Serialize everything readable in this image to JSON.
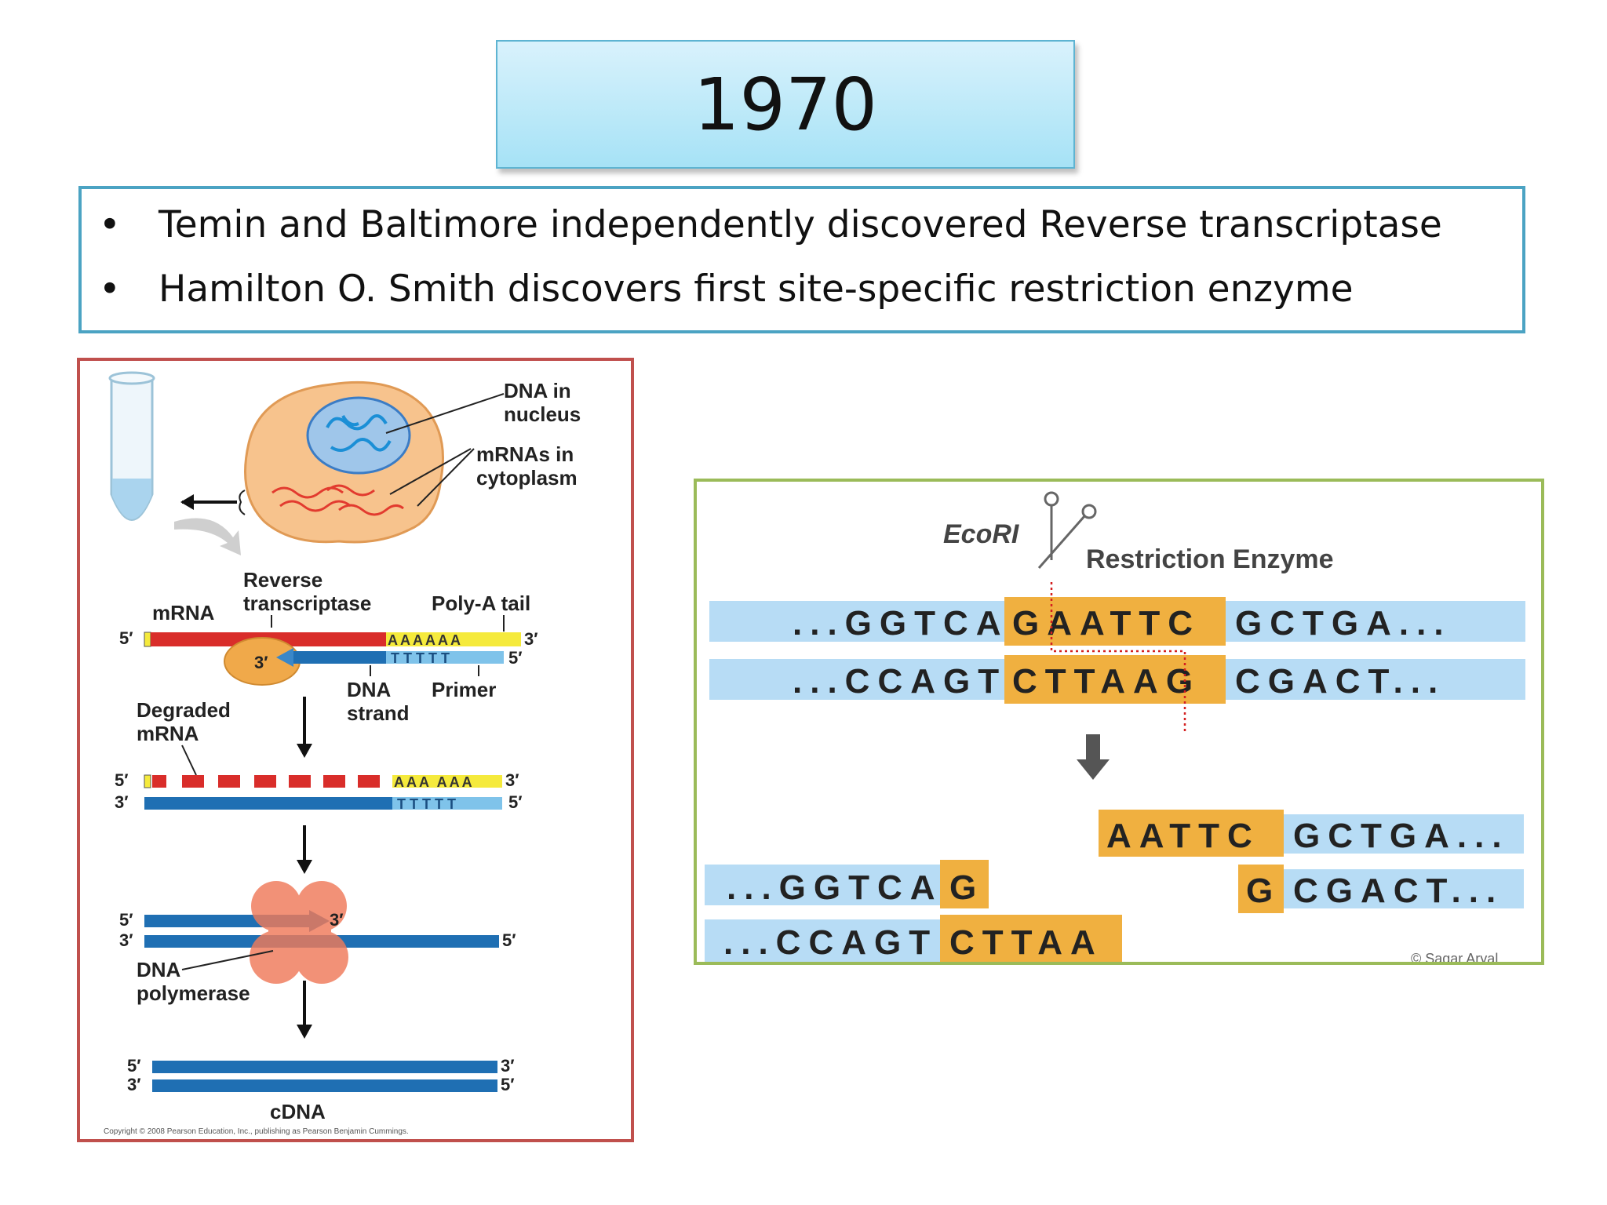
{
  "title": "1970",
  "bullets": [
    "Temin and Baltimore independently discovered Reverse transcriptase",
    "Hamilton O. Smith discovers first site-specific restriction enzyme"
  ],
  "bullet_marker": "•",
  "rt_diagram": {
    "dna_nucleus": [
      "DNA in",
      "nucleus"
    ],
    "mrna_cytoplasm": [
      "mRNAs in",
      "cytoplasm"
    ],
    "reverse_transcriptase": [
      "Reverse",
      "transcriptase"
    ],
    "polya_tail": "Poly-A tail",
    "mrna": "mRNA",
    "five_prime": "5′",
    "three_prime": "3′",
    "polya_seq": "AAAAAA",
    "polyt_seq": "TTTTT",
    "polya_split": "AAA AAA",
    "dna_strand": [
      "DNA",
      "strand"
    ],
    "primer": "Primer",
    "degraded_mrna": [
      "Degraded",
      "mRNA"
    ],
    "dna_polymerase": [
      "DNA",
      "polymerase"
    ],
    "cdna": "cDNA",
    "copyright": "Copyright © 2008 Pearson Education, Inc., publishing as Pearson Benjamin Cummings."
  },
  "ecori_diagram": {
    "enzyme_name": "EcoRI",
    "enzyme_label": "Restriction Enzyme",
    "top_left": "...GGTCA",
    "top_site": "GAATTC",
    "top_right": "GCTGA...",
    "bottom_left": "...CCAGT",
    "bottom_site": "CTTAAG",
    "bottom_right": "CGACT...",
    "frag1_top_seq": "...GGTCA",
    "frag1_top_end": "G",
    "frag1_bottom_seq": "...CCAGT",
    "frag1_bottom_end": "CTTAA",
    "frag2_top_end": "AATTC",
    "frag2_top_seq": "GCTGA...",
    "frag2_bottom_end": "G",
    "frag2_bottom_seq": "CGACT...",
    "credit": "© Sagar Aryal"
  },
  "colors": {
    "title_bg_top": "#d9f2fc",
    "title_bg_bottom": "#a6e2f6",
    "bullet_border": "#4ba3c3",
    "left_border": "#c0504d",
    "right_border": "#9bbb59",
    "mrna_red": "#d92d2a",
    "dna_blue": "#1f6fb3",
    "polya_yellow": "#f5ea3c",
    "seq_blue": "#b7dcf5",
    "site_orange": "#f0b040"
  }
}
